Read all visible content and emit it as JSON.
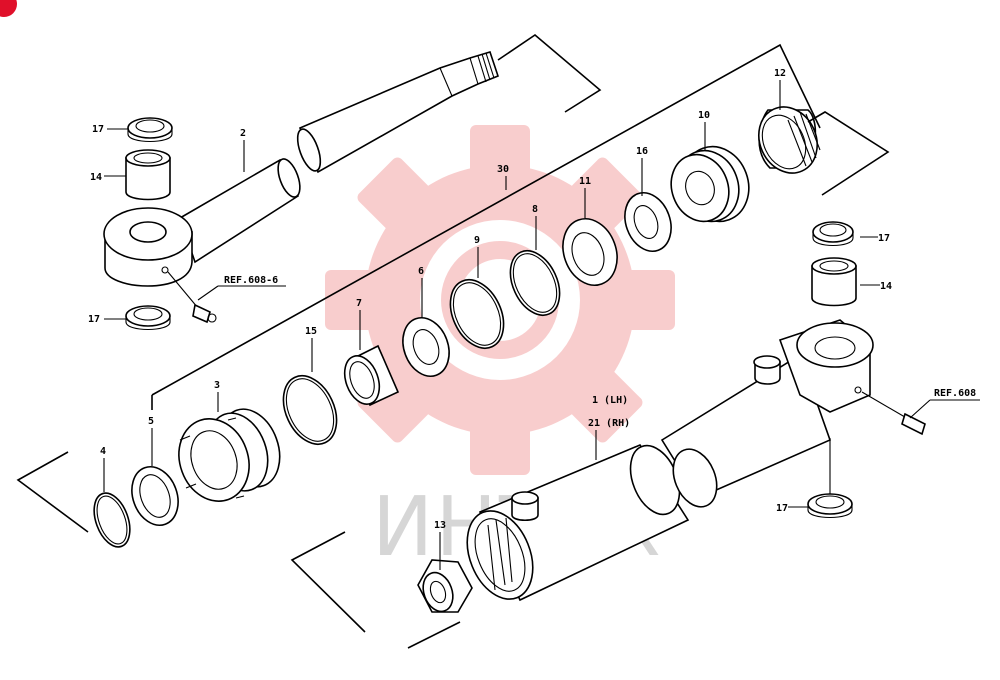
{
  "diagram": {
    "parts": [
      {
        "id": "p2",
        "label": "2"
      },
      {
        "id": "p17a",
        "label": "17"
      },
      {
        "id": "p14a",
        "label": "14"
      },
      {
        "id": "p17b",
        "label": "17"
      },
      {
        "id": "ref1",
        "label": "REF.608-6"
      },
      {
        "id": "p12",
        "label": "12"
      },
      {
        "id": "p10",
        "label": "10"
      },
      {
        "id": "p16",
        "label": "16"
      },
      {
        "id": "p11",
        "label": "11"
      },
      {
        "id": "p30",
        "label": "30"
      },
      {
        "id": "p8",
        "label": "8"
      },
      {
        "id": "p9",
        "label": "9"
      },
      {
        "id": "p6",
        "label": "6"
      },
      {
        "id": "p7",
        "label": "7"
      },
      {
        "id": "p15",
        "label": "15"
      },
      {
        "id": "p3",
        "label": "3"
      },
      {
        "id": "p5",
        "label": "5"
      },
      {
        "id": "p4",
        "label": "4"
      },
      {
        "id": "p17c",
        "label": "17"
      },
      {
        "id": "p14b",
        "label": "14"
      },
      {
        "id": "ref2",
        "label": "REF.608"
      },
      {
        "id": "p1",
        "label": "1 (LH)"
      },
      {
        "id": "p21",
        "label": "21 (RH)"
      },
      {
        "id": "p13",
        "label": "13"
      },
      {
        "id": "p17d",
        "label": "17"
      }
    ],
    "watermark_text": "ИНТЕХ",
    "colors": {
      "line": "#000000",
      "watermark_gear": "#f4a6a6",
      "watermark_text": "#d6d6d6",
      "corner_badge": "#e0102a"
    }
  }
}
